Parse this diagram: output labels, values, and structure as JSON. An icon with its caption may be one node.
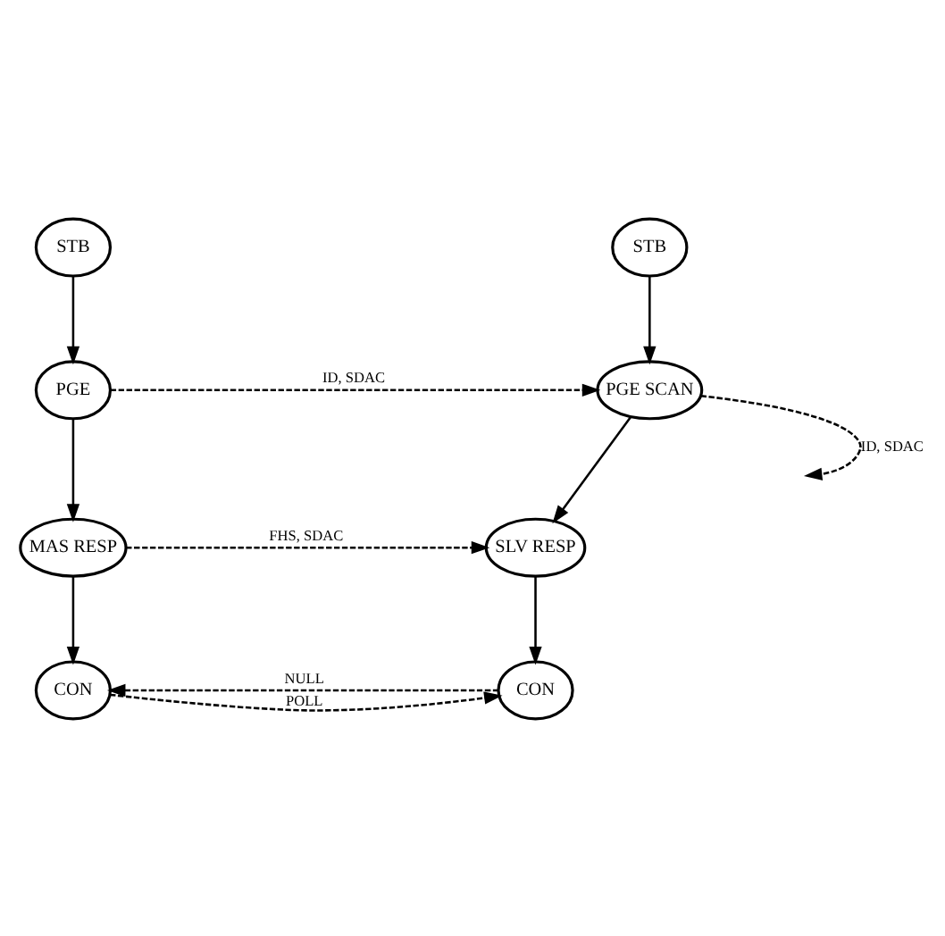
{
  "diagram": {
    "nodes": [
      {
        "text": [
          "STB"
        ]
      },
      {
        "text": [
          "STB"
        ]
      },
      {
        "text": [
          "PGE"
        ]
      },
      {
        "text": [
          "PGE SCAN"
        ]
      },
      {
        "text": [
          "MAS RESP"
        ]
      },
      {
        "text": [
          "SLV RESP"
        ]
      },
      {
        "text": [
          "CON"
        ]
      },
      {
        "text": [
          "CON"
        ]
      }
    ],
    "edges": [
      {
        "from": 0,
        "to": 2,
        "arrow": "to"
      },
      {
        "from": 2,
        "to": 4,
        "arrow": "to"
      },
      {
        "from": 4,
        "to": 6,
        "arrow": "to"
      },
      {
        "from": 1,
        "to": 3,
        "arrow": "to"
      },
      {
        "from": 3,
        "to": 5,
        "arrow": "to"
      },
      {
        "from": 5,
        "to": 7,
        "arrow": "to"
      },
      {
        "from": 2,
        "to": 3,
        "label": "ID, SDAC",
        "arrow": "to",
        "style": "dashed"
      },
      {
        "from": 3,
        "to": null,
        "label": "ID, SDAC",
        "arrow": "to",
        "style": "dashed"
      },
      {
        "from": 4,
        "to": 5,
        "label": "FHS, SDAC",
        "arrow": "to",
        "style": "dashed"
      },
      {
        "from": 6,
        "to": 7,
        "label": "POLL",
        "arrow": "to",
        "style": "dashed"
      },
      {
        "from": 7,
        "to": 6,
        "label": "NULL",
        "arrow": "to",
        "style": "dashed"
      }
    ]
  }
}
